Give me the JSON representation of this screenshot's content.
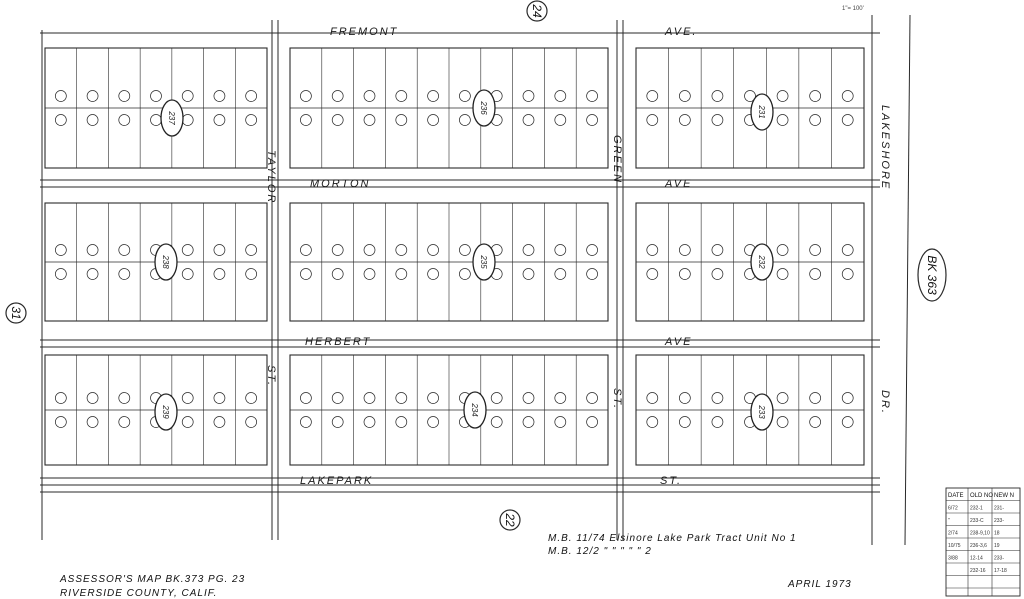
{
  "map": {
    "scale": "1\"= 100'",
    "streets": {
      "fremont": "FREMONT",
      "fremont_ave": "AVE.",
      "morton": "MORTON",
      "morton_ave": "AVE",
      "herbert": "HERBERT",
      "herbert_ave": "AVE",
      "lakepark": "LAKEPARK",
      "lakepark_st": "ST.",
      "taylor": "TAYLOR",
      "taylor_st": "ST.",
      "green": "GREEN",
      "green_st": "ST.",
      "lakeshore": "LAKESHORE",
      "lakeshore_dr": "DR."
    },
    "adjacent_books": {
      "top": "24",
      "bottom": "22",
      "left": "31",
      "right": "BK 363"
    },
    "blocks": [
      {
        "id": "block-237-left",
        "label": "237"
      },
      {
        "id": "block-236",
        "label": "236"
      },
      {
        "id": "block-237-right",
        "label": "231"
      },
      {
        "id": "block-238",
        "label": "238"
      },
      {
        "id": "block-235",
        "label": "235"
      },
      {
        "id": "block-232",
        "label": "232"
      },
      {
        "id": "block-239",
        "label": "239"
      },
      {
        "id": "block-234",
        "label": "234"
      },
      {
        "id": "block-233",
        "label": "233"
      }
    ],
    "recording_note_1": "M.B. 11/74 Elsinore Lake Park Tract Unit No 1",
    "recording_note_2": "M.B. 12/2     \"     \"     \"     \"     \"  2",
    "title_line_1": "ASSESSOR'S MAP  BK.373  PG. 23",
    "title_line_2": "RIVERSIDE  COUNTY, CALIF.",
    "date": "APRIL 1973",
    "change_table": {
      "headers": [
        "DATE",
        "OLD NO",
        "NEW N"
      ],
      "rows": [
        [
          "6/72",
          "232-1",
          "231-"
        ],
        [
          "\"",
          "233-C",
          "233-"
        ],
        [
          "2/74",
          "238-9,10",
          "18"
        ],
        [
          "10/75",
          "236-3,6",
          "19"
        ],
        [
          "3/88",
          "12-14",
          "233-"
        ],
        [
          "",
          "232-16",
          "17-18"
        ]
      ]
    }
  },
  "colors": {
    "ink": "#2a2a2a",
    "paper": "#ffffff"
  }
}
